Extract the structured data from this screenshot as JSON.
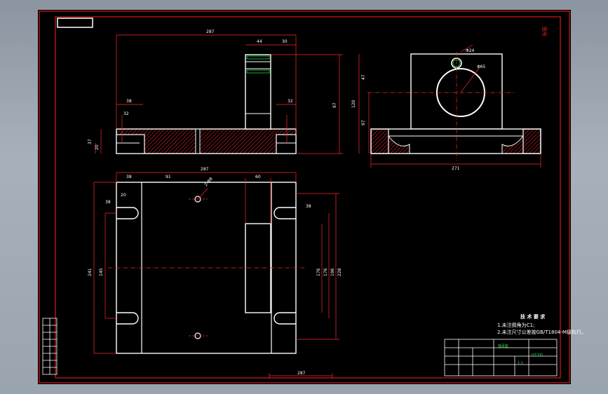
{
  "drawing": {
    "dimensions": {
      "front_width": "287",
      "front_boss": "44",
      "front_right_offset": "30",
      "front_left_a": "38",
      "front_left_b": "32",
      "front_right_c": "32",
      "front_height": "97",
      "front_h_a": "37",
      "front_h_b": "20",
      "side_hole_small": "Φ24",
      "side_hole_large": "Φ65",
      "side_h1": "47",
      "side_h2": "120",
      "side_h3": "97",
      "side_width": "271",
      "top_width": "287",
      "top_left": "38",
      "top_left2": "91",
      "top_mid": "60",
      "top_hole": "2-Φ8",
      "top_slot_w": "20",
      "top_slot_a": "38",
      "top_slot_b": "38",
      "top_h_total": "241",
      "top_h_inner": "176",
      "top_h_r1": "176",
      "top_h_r2": "196",
      "top_h_r3": "228",
      "top_h_l": "145",
      "bottom_total": "287"
    },
    "tech_requirements": {
      "title": "技 术 要 求",
      "line1": "1.未注倒角为C1;",
      "line2": "2.未注尺寸公差按GB/T1804-M级执行。"
    },
    "title_block": {
      "part_name": "轴承座",
      "material_label": "HT200",
      "scale": "1:1"
    },
    "corner_mark": "图号"
  }
}
